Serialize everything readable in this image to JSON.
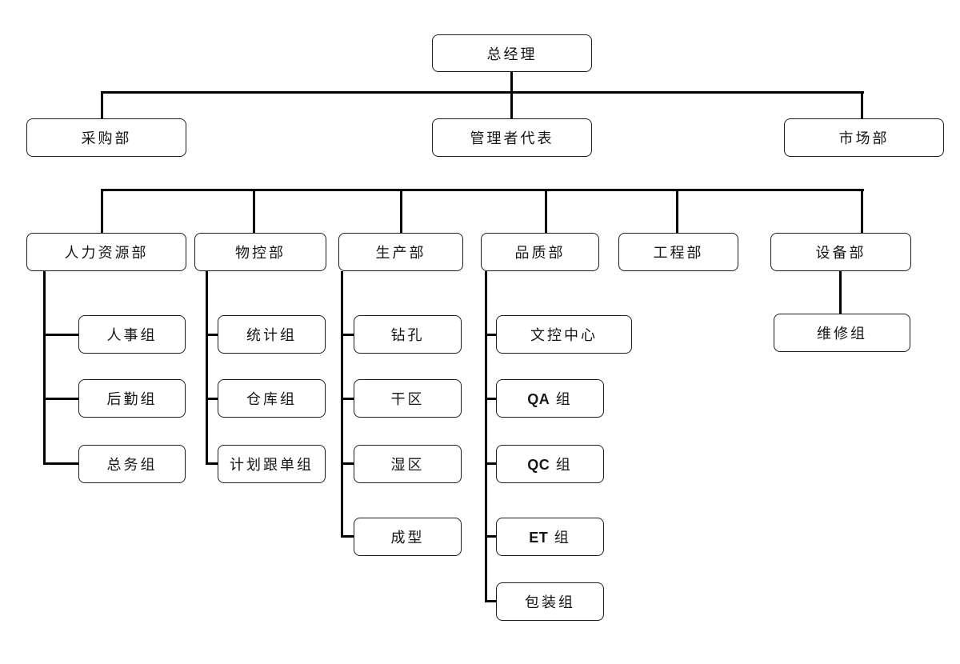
{
  "colors": {
    "background": "#ffffff",
    "line": "#000000",
    "box_border": "#1c1c1c",
    "text": "#151515"
  },
  "org": {
    "root": "总经理",
    "level2": [
      "采购部",
      "管理者代表",
      "市场部"
    ],
    "departments": [
      {
        "name": "人力资源部",
        "children": [
          "人事组",
          "后勤组",
          "总务组"
        ]
      },
      {
        "name": "物控部",
        "children": [
          "统计组",
          "仓库组",
          "计划跟单组"
        ]
      },
      {
        "name": "生产部",
        "children": [
          "钻孔",
          "干区",
          "湿区",
          "成型"
        ]
      },
      {
        "name": "品质部",
        "children": [
          "文控中心",
          "QA 组",
          "QC 组",
          "ET 组",
          "包装组"
        ]
      },
      {
        "name": "工程部",
        "children": []
      },
      {
        "name": "设备部",
        "children": [
          "维修组"
        ]
      }
    ]
  }
}
